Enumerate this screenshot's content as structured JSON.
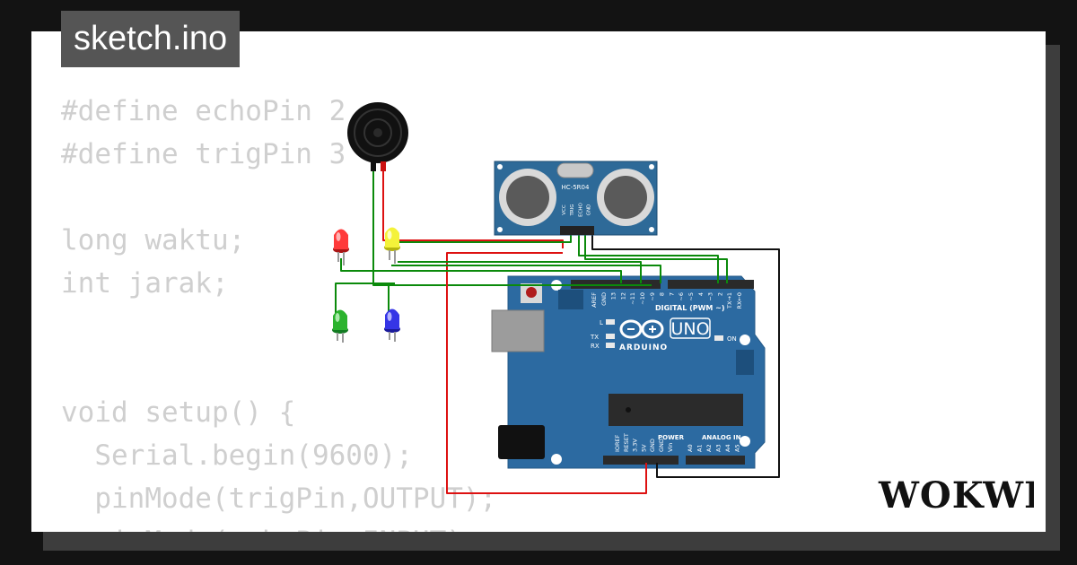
{
  "tab": {
    "filename": "sketch.ino"
  },
  "code_lines": [
    "#define echoPin 2",
    "#define trigPin 3",
    "",
    "long waktu;",
    "int jarak;",
    "",
    "",
    "void setup() {",
    "  Serial.begin(9600);",
    "  pinMode(trigPin,OUTPUT);",
    "  pinMode(echoPin,INPUT);"
  ],
  "sensor": {
    "label": "HC-5R04",
    "pins": [
      "VCC",
      "TRIG",
      "ECHO",
      "GND"
    ]
  },
  "board": {
    "logo_text": "UNO",
    "brand": "ARDUINO",
    "digital_header": "DIGITAL (PWM ~)",
    "digital_pins": [
      "AREF",
      "GND",
      "13",
      "12",
      "~11",
      "~10",
      "~9",
      "8",
      "7",
      "~6",
      "~5",
      "4",
      "~3",
      "2",
      "TX→1",
      "RX←0"
    ],
    "power_header": "POWER",
    "power_pins": [
      "IOREF",
      "RESET",
      "3.3V",
      "5V",
      "GND",
      "GND",
      "Vin"
    ],
    "analog_header": "ANALOG IN",
    "analog_pins": [
      "A0",
      "A1",
      "A2",
      "A3",
      "A4",
      "A5"
    ],
    "led_labels": [
      "L",
      "TX",
      "RX"
    ],
    "on_label": "ON"
  },
  "brand_logo": "WOKWI",
  "colors": {
    "background": "#131313",
    "card": "#ffffff",
    "tag": "#555555",
    "board": "#2c6aa1",
    "wire_green": "#0b8a0b",
    "wire_red": "#dd1111",
    "wire_black": "#111111"
  }
}
